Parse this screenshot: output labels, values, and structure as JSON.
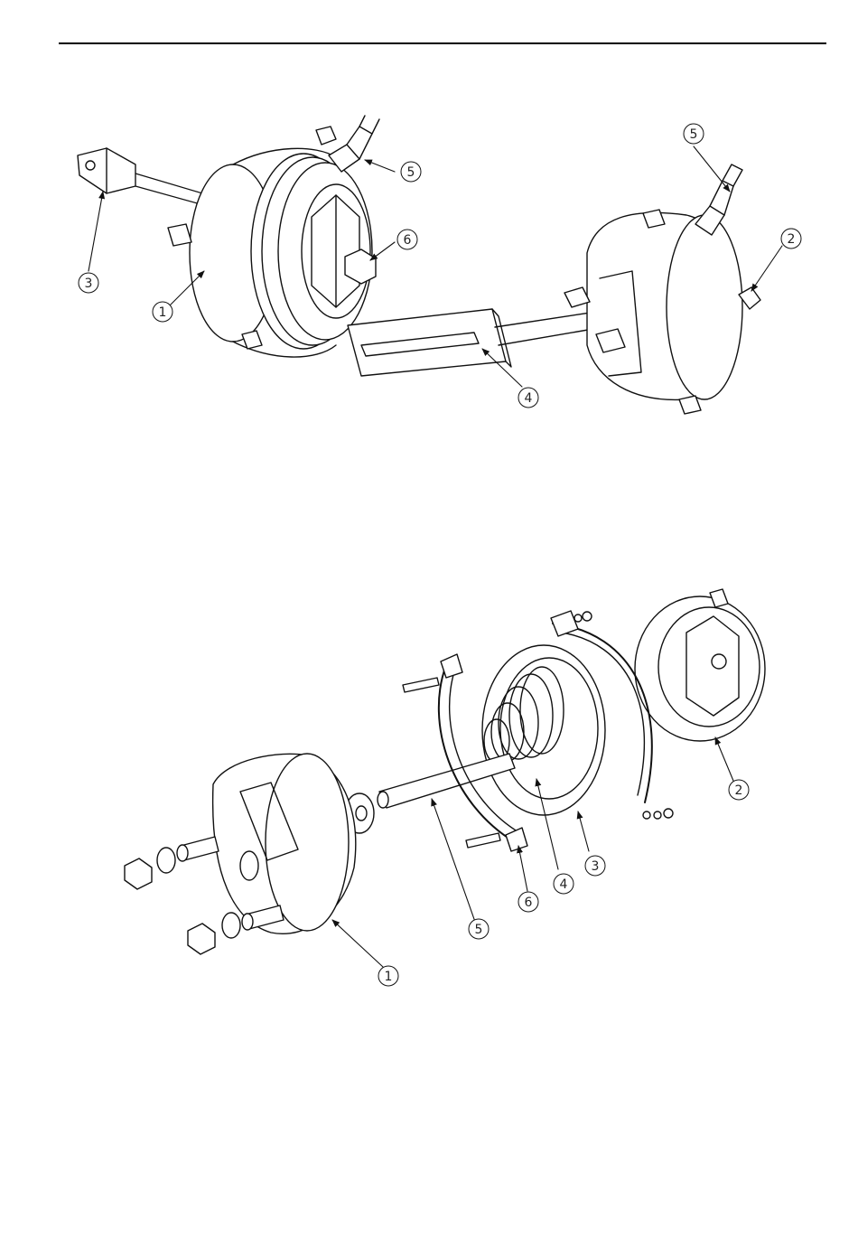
{
  "figures": [
    {
      "callouts": [
        {
          "label": "5"
        },
        {
          "label": "6"
        },
        {
          "label": "3"
        },
        {
          "label": "1"
        },
        {
          "label": "5"
        },
        {
          "label": "2"
        },
        {
          "label": "4"
        }
      ]
    },
    {
      "callouts": [
        {
          "label": "2"
        },
        {
          "label": "3"
        },
        {
          "label": "4"
        },
        {
          "label": "6"
        },
        {
          "label": "5"
        },
        {
          "label": "1"
        }
      ]
    }
  ]
}
